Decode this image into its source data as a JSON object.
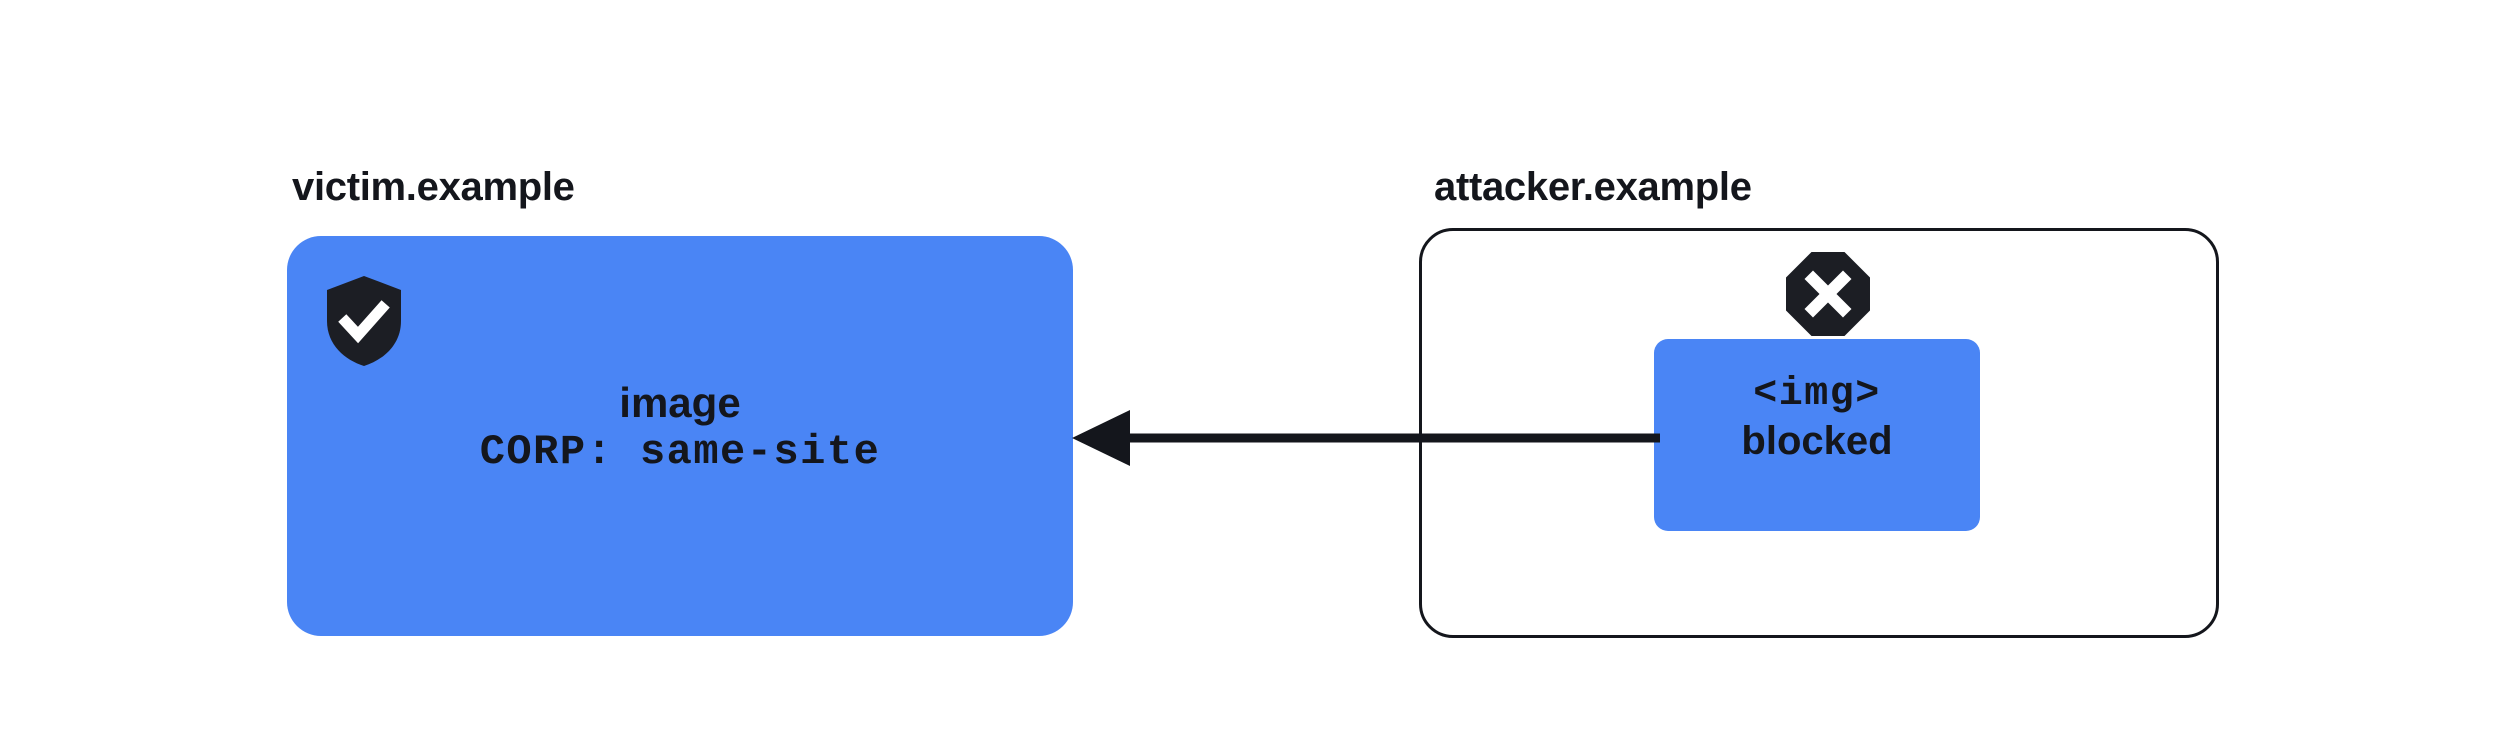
{
  "diagram": {
    "type": "security-flow-diagram",
    "background": "#ffffff",
    "accent_color": "#4a85f5",
    "ink_color": "#14161c"
  },
  "victim": {
    "origin_label": "victim.example",
    "icon": "shield-check-icon",
    "resource_name": "image",
    "header_line": "CORP: same-site",
    "box_fill": "#4a85f5"
  },
  "attacker": {
    "origin_label": "attacker.example",
    "icon": "octagon-x-icon",
    "element_tag": "<img>",
    "status": "blocked",
    "box_fill": "#4a85f5",
    "box_border": "#14161c"
  },
  "arrow": {
    "direction": "right-to-left",
    "color": "#14161c",
    "semantic": "cross-origin-request-blocked"
  }
}
